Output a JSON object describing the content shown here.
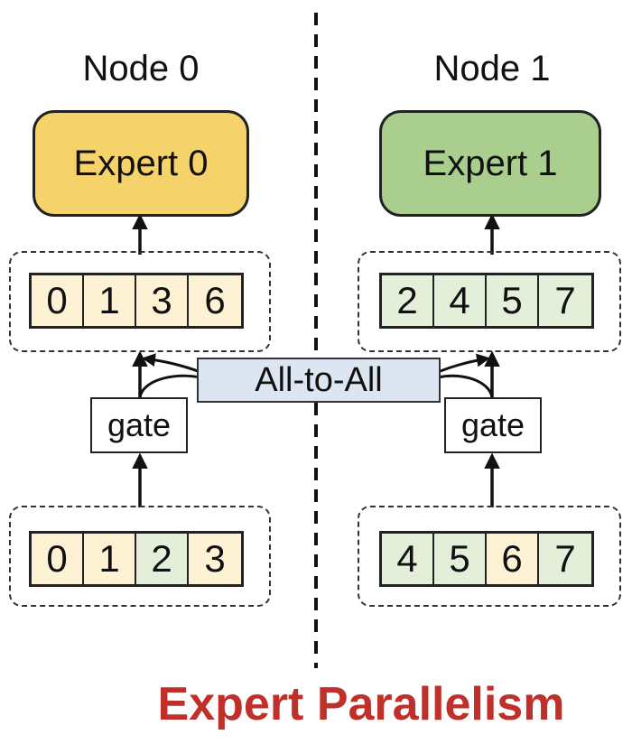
{
  "colors": {
    "expert0": "#F6D26B",
    "expert1": "#A9CE8E",
    "token_node0": "#FDF2D3",
    "token_node1": "#E4EFDA",
    "all_to_all": "#DCE6F2",
    "title": "#C0302B"
  },
  "nodes": [
    {
      "label": "Node 0",
      "expert": "Expert 0",
      "dispatched_tokens": [
        {
          "id": "0",
          "node": 0
        },
        {
          "id": "1",
          "node": 0
        },
        {
          "id": "3",
          "node": 0
        },
        {
          "id": "6",
          "node": 0
        }
      ],
      "gate": "gate",
      "input_tokens": [
        {
          "id": "0",
          "node": 0
        },
        {
          "id": "1",
          "node": 0
        },
        {
          "id": "2",
          "node": 1
        },
        {
          "id": "3",
          "node": 0
        }
      ]
    },
    {
      "label": "Node 1",
      "expert": "Expert 1",
      "dispatched_tokens": [
        {
          "id": "2",
          "node": 1
        },
        {
          "id": "4",
          "node": 1
        },
        {
          "id": "5",
          "node": 1
        },
        {
          "id": "7",
          "node": 1
        }
      ],
      "gate": "gate",
      "input_tokens": [
        {
          "id": "4",
          "node": 1
        },
        {
          "id": "5",
          "node": 1
        },
        {
          "id": "6",
          "node": 0
        },
        {
          "id": "7",
          "node": 1
        }
      ]
    }
  ],
  "all_to_all_label": "All-to-All",
  "title": "Expert Parallelism"
}
